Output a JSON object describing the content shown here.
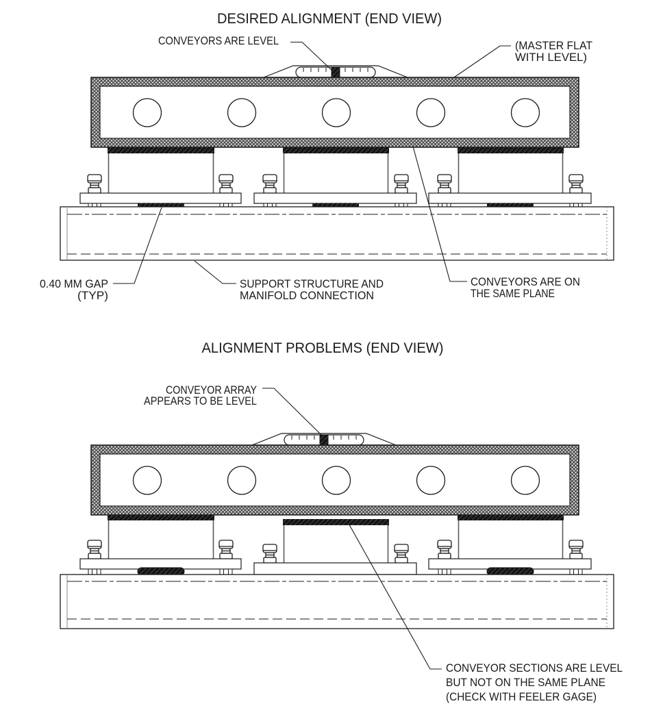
{
  "colors": {
    "line": "#1a1a1a",
    "crosshatch_dark": "#4a4a4a",
    "crosshatch_light": "#e2e2e2",
    "conveyor_strip": "#141414",
    "background": "#ffffff"
  },
  "top_diagram": {
    "title": "DESIRED ALIGNMENT (END VIEW)",
    "beam_holes": 5,
    "conveyor_sections": 3,
    "labels": {
      "conveyors_level": "CONVEYORS ARE LEVEL",
      "master_flat": [
        "(MASTER FLAT",
        "WITH LEVEL)"
      ],
      "gap": [
        "0.40 MM GAP",
        "(TYP)"
      ],
      "support": [
        "SUPPORT STRUCTURE AND",
        "MANIFOLD CONNECTION"
      ],
      "same_plane": [
        "CONVEYORS ARE ON",
        "THE SAME PLANE"
      ]
    }
  },
  "bottom_diagram": {
    "title": "ALIGNMENT PROBLEMS (END VIEW)",
    "beam_holes": 5,
    "conveyor_sections": 3,
    "labels": {
      "appears_level": [
        "CONVEYOR ARRAY",
        "APPEARS TO BE LEVEL"
      ],
      "not_same_plane": [
        "CONVEYOR SECTIONS ARE LEVEL",
        "BUT NOT ON THE SAME PLANE",
        "(CHECK WITH FEELER GAGE)"
      ]
    }
  }
}
